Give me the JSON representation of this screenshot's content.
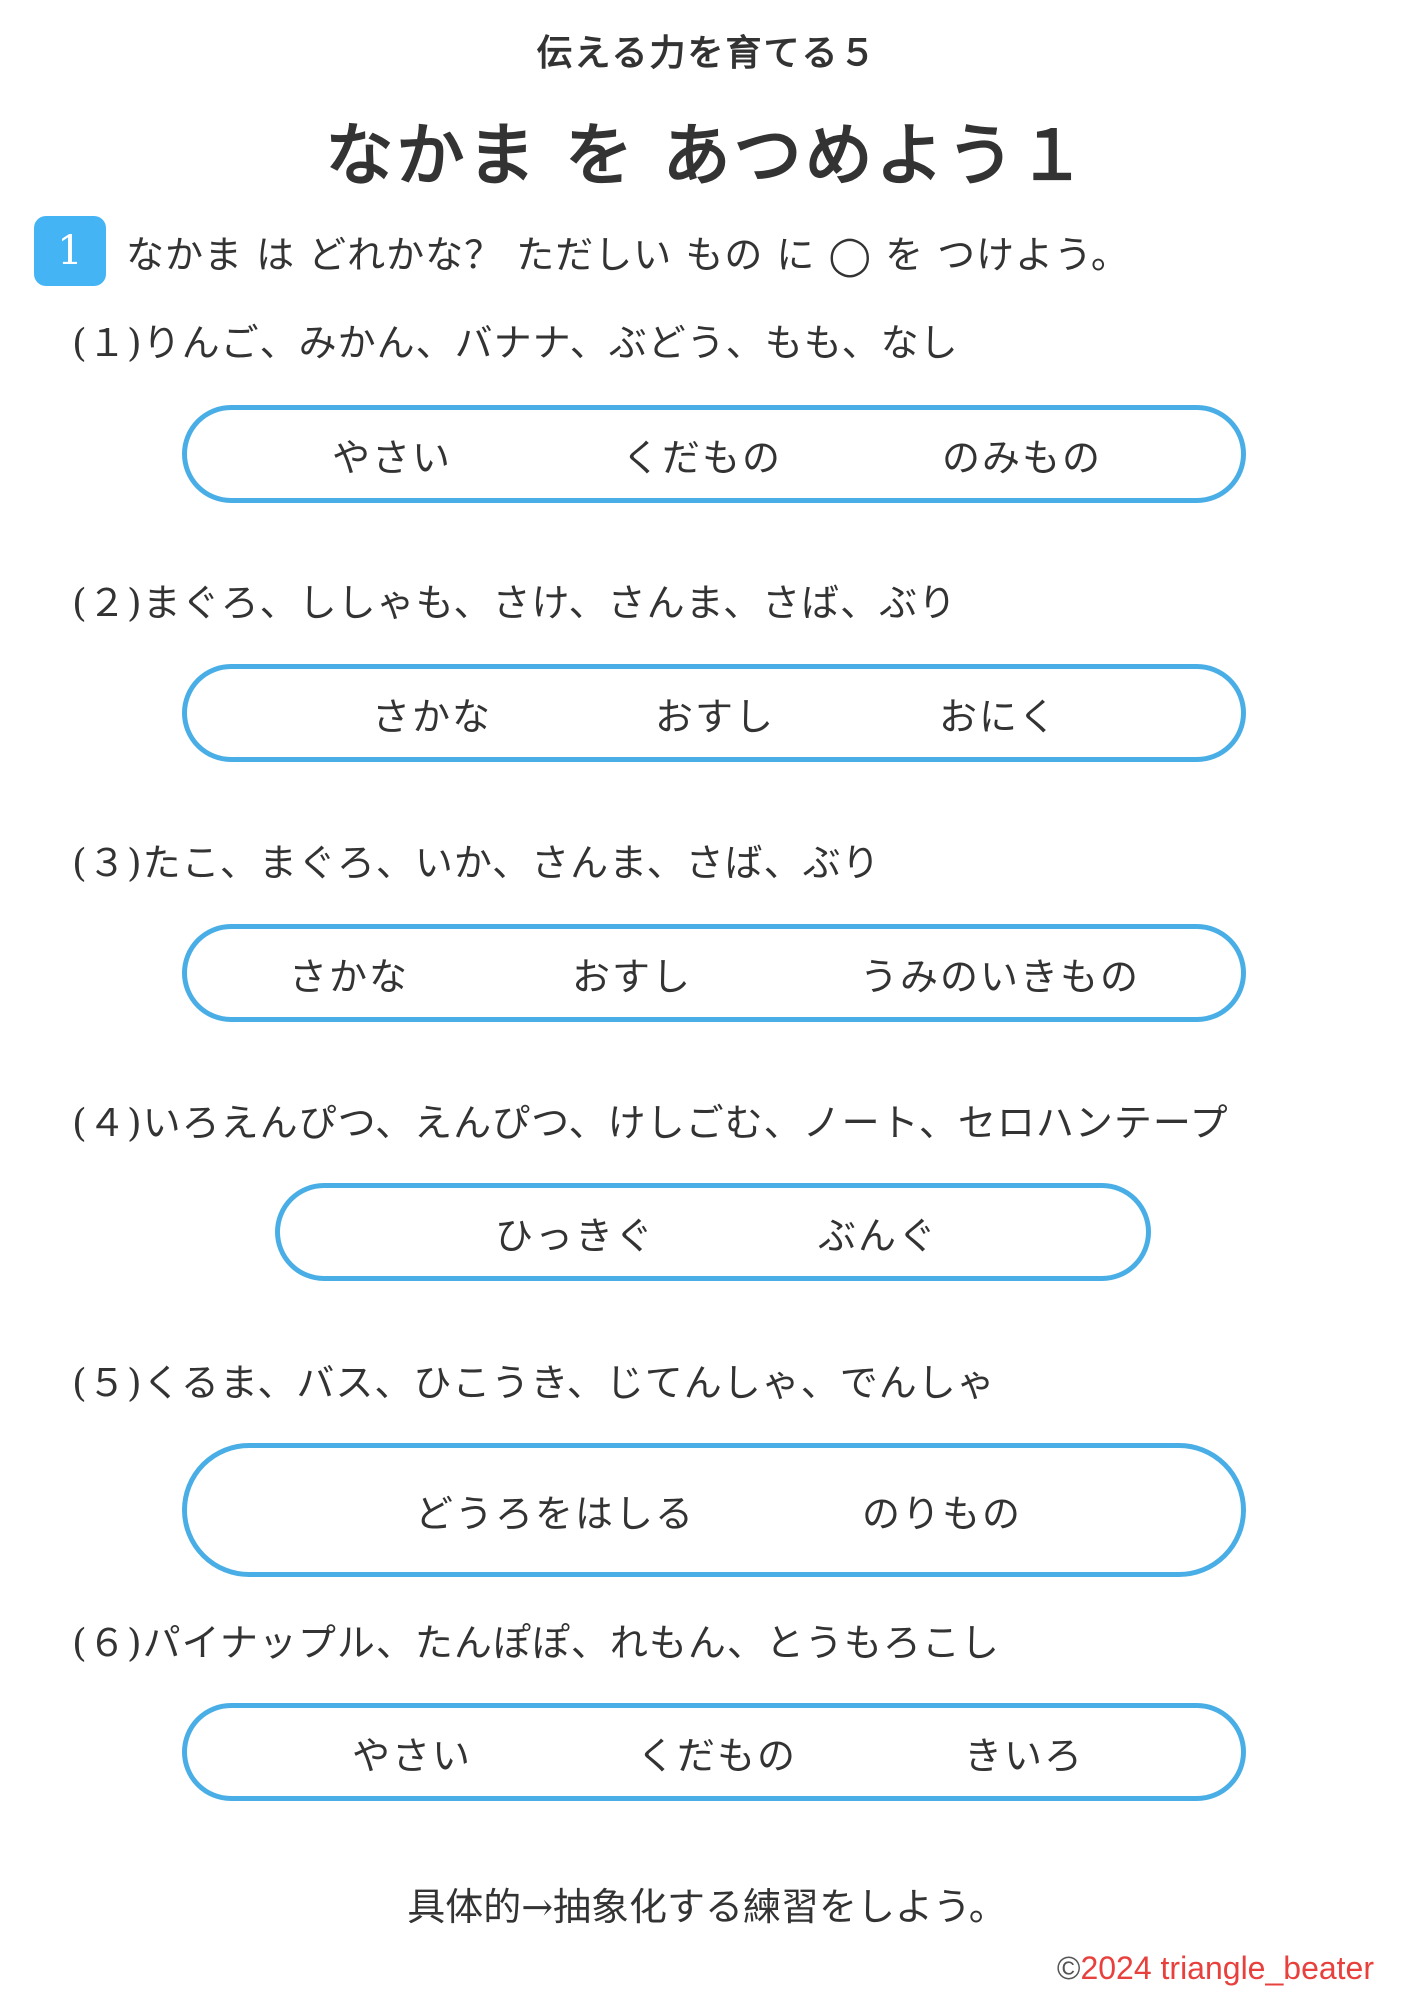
{
  "header": {
    "subtitle": "伝える力を育てる５",
    "title": "なかま を あつめよう１"
  },
  "instruction": {
    "badge_number": "1",
    "text": "なかま は どれかな？ ただしい もの に ◯ を つけよう。"
  },
  "colors": {
    "badge": "#45b4f5",
    "pill_border": "#4aaee6",
    "text": "#333333",
    "copyright": "#e8403c"
  },
  "questions": [
    {
      "label": "(１)りんご、みかん、バナナ、ぶどう、もも、なし",
      "options": [
        "やさい",
        "くだもの",
        "のみもの"
      ]
    },
    {
      "label": "(２)まぐろ、ししゃも、さけ、さんま、さば、ぶり",
      "options": [
        "さかな",
        "おすし",
        "おにく"
      ]
    },
    {
      "label": "(３)たこ、まぐろ、いか、さんま、さば、ぶり",
      "options": [
        "さかな",
        "おすし",
        "うみのいきもの"
      ]
    },
    {
      "label": "(４)いろえんぴつ、えんぴつ、けしごむ、ノート、セロハンテープ",
      "options": [
        "ひっきぐ",
        "ぶんぐ"
      ]
    },
    {
      "label": "(５)くるま、バス、ひこうき、じてんしゃ、でんしゃ",
      "options": [
        "どうろをはしる",
        "のりもの"
      ]
    },
    {
      "label": "(６)パイナップル、たんぽぽ、れもん、とうもろこし",
      "options": [
        "やさい",
        "くだもの",
        "きいろ"
      ]
    }
  ],
  "footer": {
    "note": "具体的→抽象化する練習をしよう。",
    "copyright_mark": "©",
    "copyright_text": "2024 triangle_beater"
  }
}
